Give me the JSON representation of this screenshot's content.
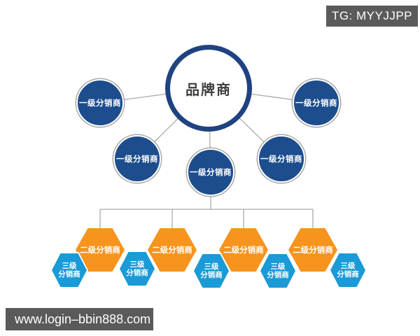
{
  "overlays": {
    "top_banner": "TG: MYYJJPP",
    "bottom_banner": "www.login–bbin888.com"
  },
  "diagram": {
    "root": {
      "label": "品牌商"
    },
    "level1": [
      {
        "label": "一级分销商"
      },
      {
        "label": "一级分销商"
      },
      {
        "label": "一级分销商"
      },
      {
        "label": "一级分销商"
      },
      {
        "label": "一级分销商"
      }
    ],
    "level2": [
      {
        "label": "二级分销商"
      },
      {
        "label": "二级分销商"
      },
      {
        "label": "二级分销商"
      },
      {
        "label": "二级分销商"
      }
    ],
    "level3": [
      {
        "line1": "三级",
        "line2": "分销商"
      },
      {
        "line1": "三级",
        "line2": "分销商"
      },
      {
        "line1": "三级",
        "line2": "分销商"
      },
      {
        "line1": "三级",
        "line2": "分销商"
      },
      {
        "line1": "三级",
        "line2": "分销商"
      }
    ],
    "colors": {
      "root_ring": "#1f4380",
      "level1_fill": "#1d4d8d",
      "level2_fill": "#f6941e",
      "level3_fill": "#1a9ad6",
      "connector": "#b5b5b5",
      "banner_bg": "#5a5a5a",
      "root_text": "#3d3d3d"
    }
  }
}
